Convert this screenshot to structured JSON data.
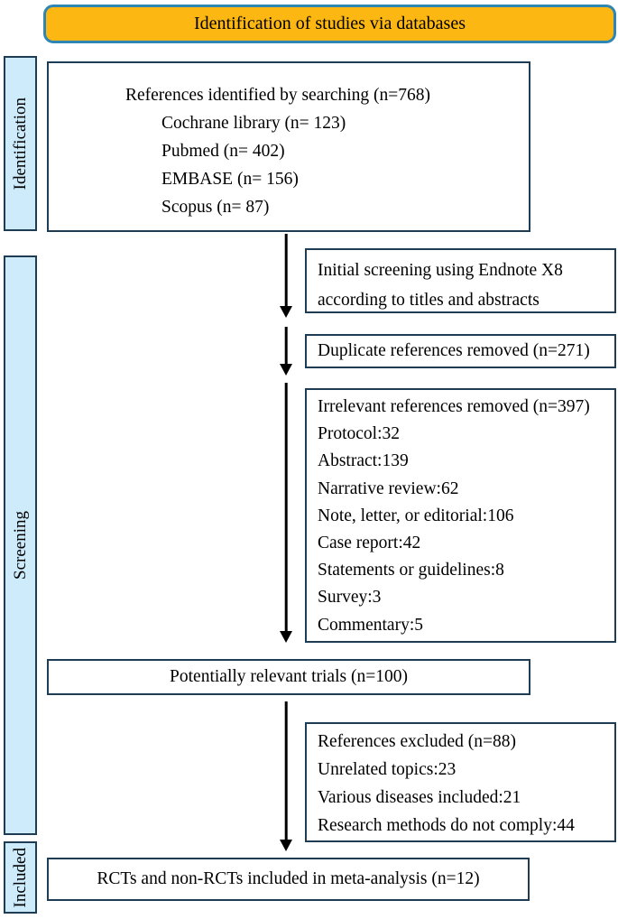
{
  "header": {
    "title": "Identification of studies via databases"
  },
  "stages": {
    "identification": {
      "label": "Identification"
    },
    "screening": {
      "label": "Screening"
    },
    "included": {
      "label": "Included"
    }
  },
  "colors": {
    "header_fill": "#FCB712",
    "header_border": "#2E86B5",
    "stage_fill": "#CDEBFA",
    "box_border": "#1E3C54",
    "arrow": "#000000"
  },
  "flow": {
    "identified": {
      "title": "References identified by searching (n=768)",
      "items": [
        "Cochrane library (n= 123)",
        "Pubmed (n= 402)",
        "EMBASE (n= 156)",
        "Scopus (n= 87)"
      ]
    },
    "initial_screening": {
      "lines": [
        "Initial screening using Endnote X8",
        "according to titles and abstracts"
      ]
    },
    "duplicates_removed": {
      "title": "Duplicate references removed (n=271)"
    },
    "irrelevant_removed": {
      "title": "Irrelevant references removed (n=397)",
      "items": [
        "Protocol:32",
        "Abstract:139",
        "Narrative review:62",
        "Note, letter, or editorial:106",
        "Case report:42",
        "Statements or guidelines:8",
        "Survey:3",
        "Commentary:5"
      ]
    },
    "potentially_relevant": {
      "title": "Potentially relevant trials (n=100)"
    },
    "references_excluded": {
      "title": "References excluded (n=88)",
      "items": [
        "Unrelated topics:23",
        "Various diseases included:21",
        "Research methods do not comply:44"
      ]
    },
    "included_final": {
      "title": "RCTs and non-RCTs included in meta-analysis (n=12)"
    }
  }
}
